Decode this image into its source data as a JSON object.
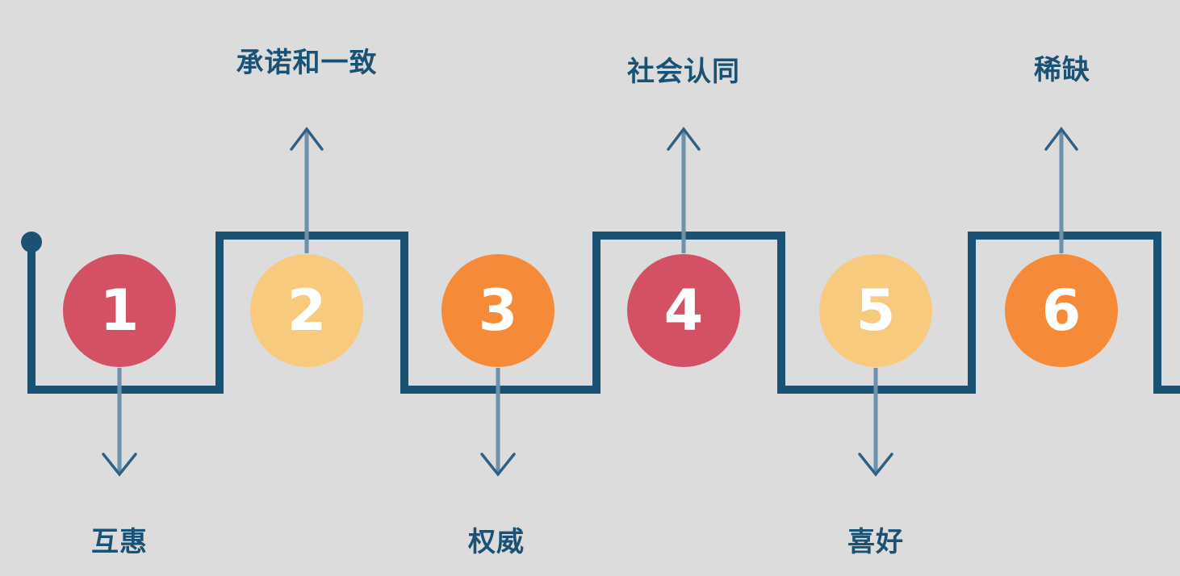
{
  "page": {
    "background": "#dcdcdc"
  },
  "diagram": {
    "kind": "six-step square-wave flow diagram",
    "line_color": "#1a5274",
    "dot_color": "#1a5274",
    "arrow_shaft_color": "#6b91ab",
    "arrow_head_color": "#2e6084",
    "label_color": "#1a5276",
    "number_color": "#ffffff",
    "steps": [
      {
        "number": "1",
        "label": "互惠",
        "label_position": "below",
        "circle_color": "#d45064"
      },
      {
        "number": "2",
        "label": "承诺和一致",
        "label_position": "above",
        "circle_color": "#f8ca7d"
      },
      {
        "number": "3",
        "label": "权威",
        "label_position": "below",
        "circle_color": "#f58a38"
      },
      {
        "number": "4",
        "label": "社会认同",
        "label_position": "above",
        "circle_color": "#d45064"
      },
      {
        "number": "5",
        "label": "喜好",
        "label_position": "below",
        "circle_color": "#f8ca7d"
      },
      {
        "number": "6",
        "label": "稀缺",
        "label_position": "above",
        "circle_color": "#f58a38"
      }
    ]
  }
}
